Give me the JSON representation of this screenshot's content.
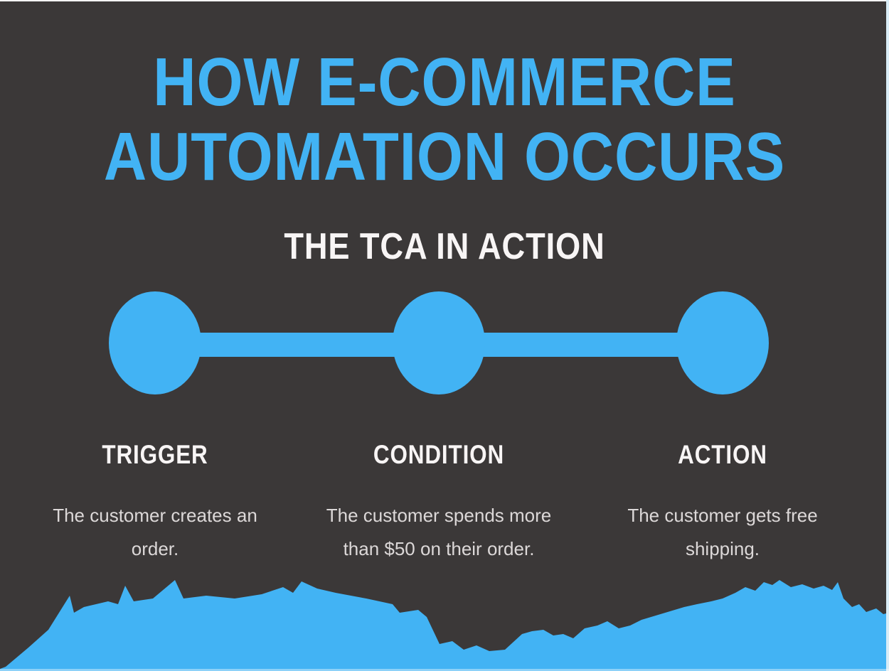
{
  "header": {
    "title_line1": "HOW E-COMMERCE",
    "title_line2": "AUTOMATION OCCURS",
    "subtitle": "THE TCA IN ACTION"
  },
  "steps": [
    {
      "label": "TRIGGER",
      "description": "The customer creates an order."
    },
    {
      "label": "CONDITION",
      "description": "The customer spends more than $50 on their order."
    },
    {
      "label": "ACTION",
      "description": "The customer gets free shipping."
    }
  ],
  "colors": {
    "background": "#3b3838",
    "accent": "#42b3f4",
    "heading_text": "#f8f5f5",
    "body_text": "#dcd8d8",
    "page_edge": "#d9edf7"
  }
}
